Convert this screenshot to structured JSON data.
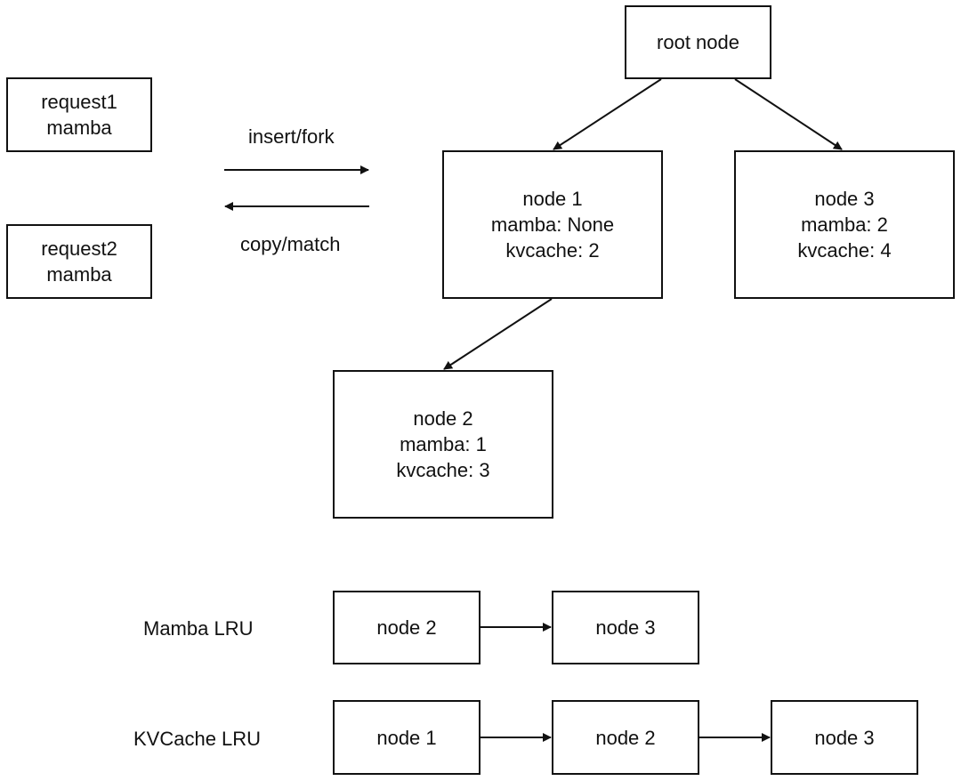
{
  "requests": [
    {
      "line1": "request1",
      "line2": "mamba"
    },
    {
      "line1": "request2",
      "line2": "mamba"
    }
  ],
  "operations": {
    "forward": "insert/fork",
    "backward": "copy/match"
  },
  "tree": {
    "root": "root node",
    "node1": {
      "title": "node 1",
      "mamba": "mamba: None",
      "kvcache": "kvcache: 2"
    },
    "node2": {
      "title": "node 2",
      "mamba": "mamba: 1",
      "kvcache": "kvcache: 3"
    },
    "node3": {
      "title": "node 3",
      "mamba": "mamba: 2",
      "kvcache": "kvcache: 4"
    }
  },
  "lru": {
    "mamba": {
      "label": "Mamba LRU",
      "items": [
        "node 2",
        "node 3"
      ]
    },
    "kvcache": {
      "label": "KVCache LRU",
      "items": [
        "node 1",
        "node 2",
        "node 3"
      ]
    }
  }
}
